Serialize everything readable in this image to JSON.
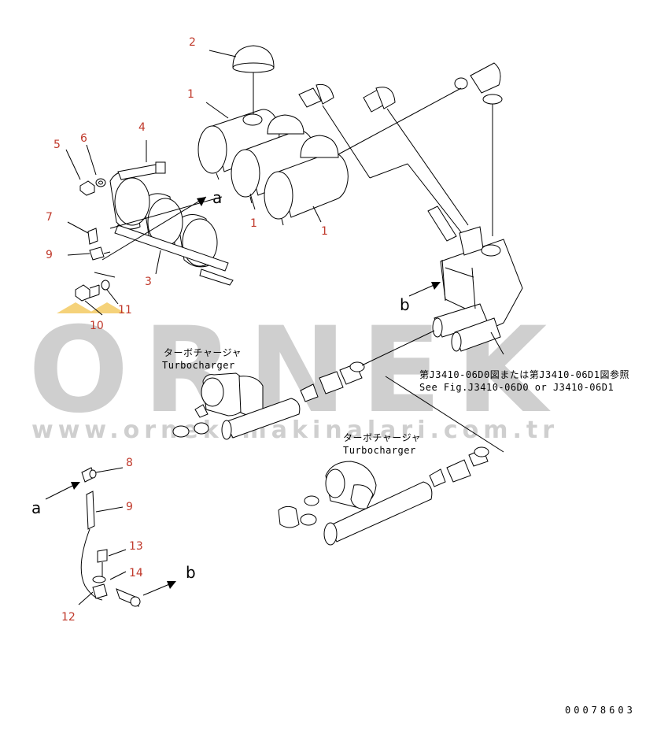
{
  "watermark": {
    "brand": "ORNEK",
    "url": "www.orneksmakinalari.com.tr",
    "accent_color": "#f5d27a",
    "text_color": "#cfcfcf"
  },
  "callout_color": "#c0392b",
  "callouts": [
    "1",
    "1",
    "1",
    "2",
    "3",
    "4",
    "5",
    "6",
    "7",
    "9",
    "10",
    "11",
    "8",
    "9",
    "13",
    "14",
    "12"
  ],
  "view_refs": [
    "a",
    "b",
    "a",
    "b"
  ],
  "turbo_label_1": {
    "jp": "ターボチャージャ",
    "en": "Turbocharger"
  },
  "turbo_label_2": {
    "jp": "ターボチャージャ",
    "en": "Turbocharger"
  },
  "see_fig": {
    "jp": "第J3410-06D0図または第J3410-06D1図参照",
    "en": "See Fig.J3410-06D0 or J3410-06D1"
  },
  "doc_number": "00078603"
}
